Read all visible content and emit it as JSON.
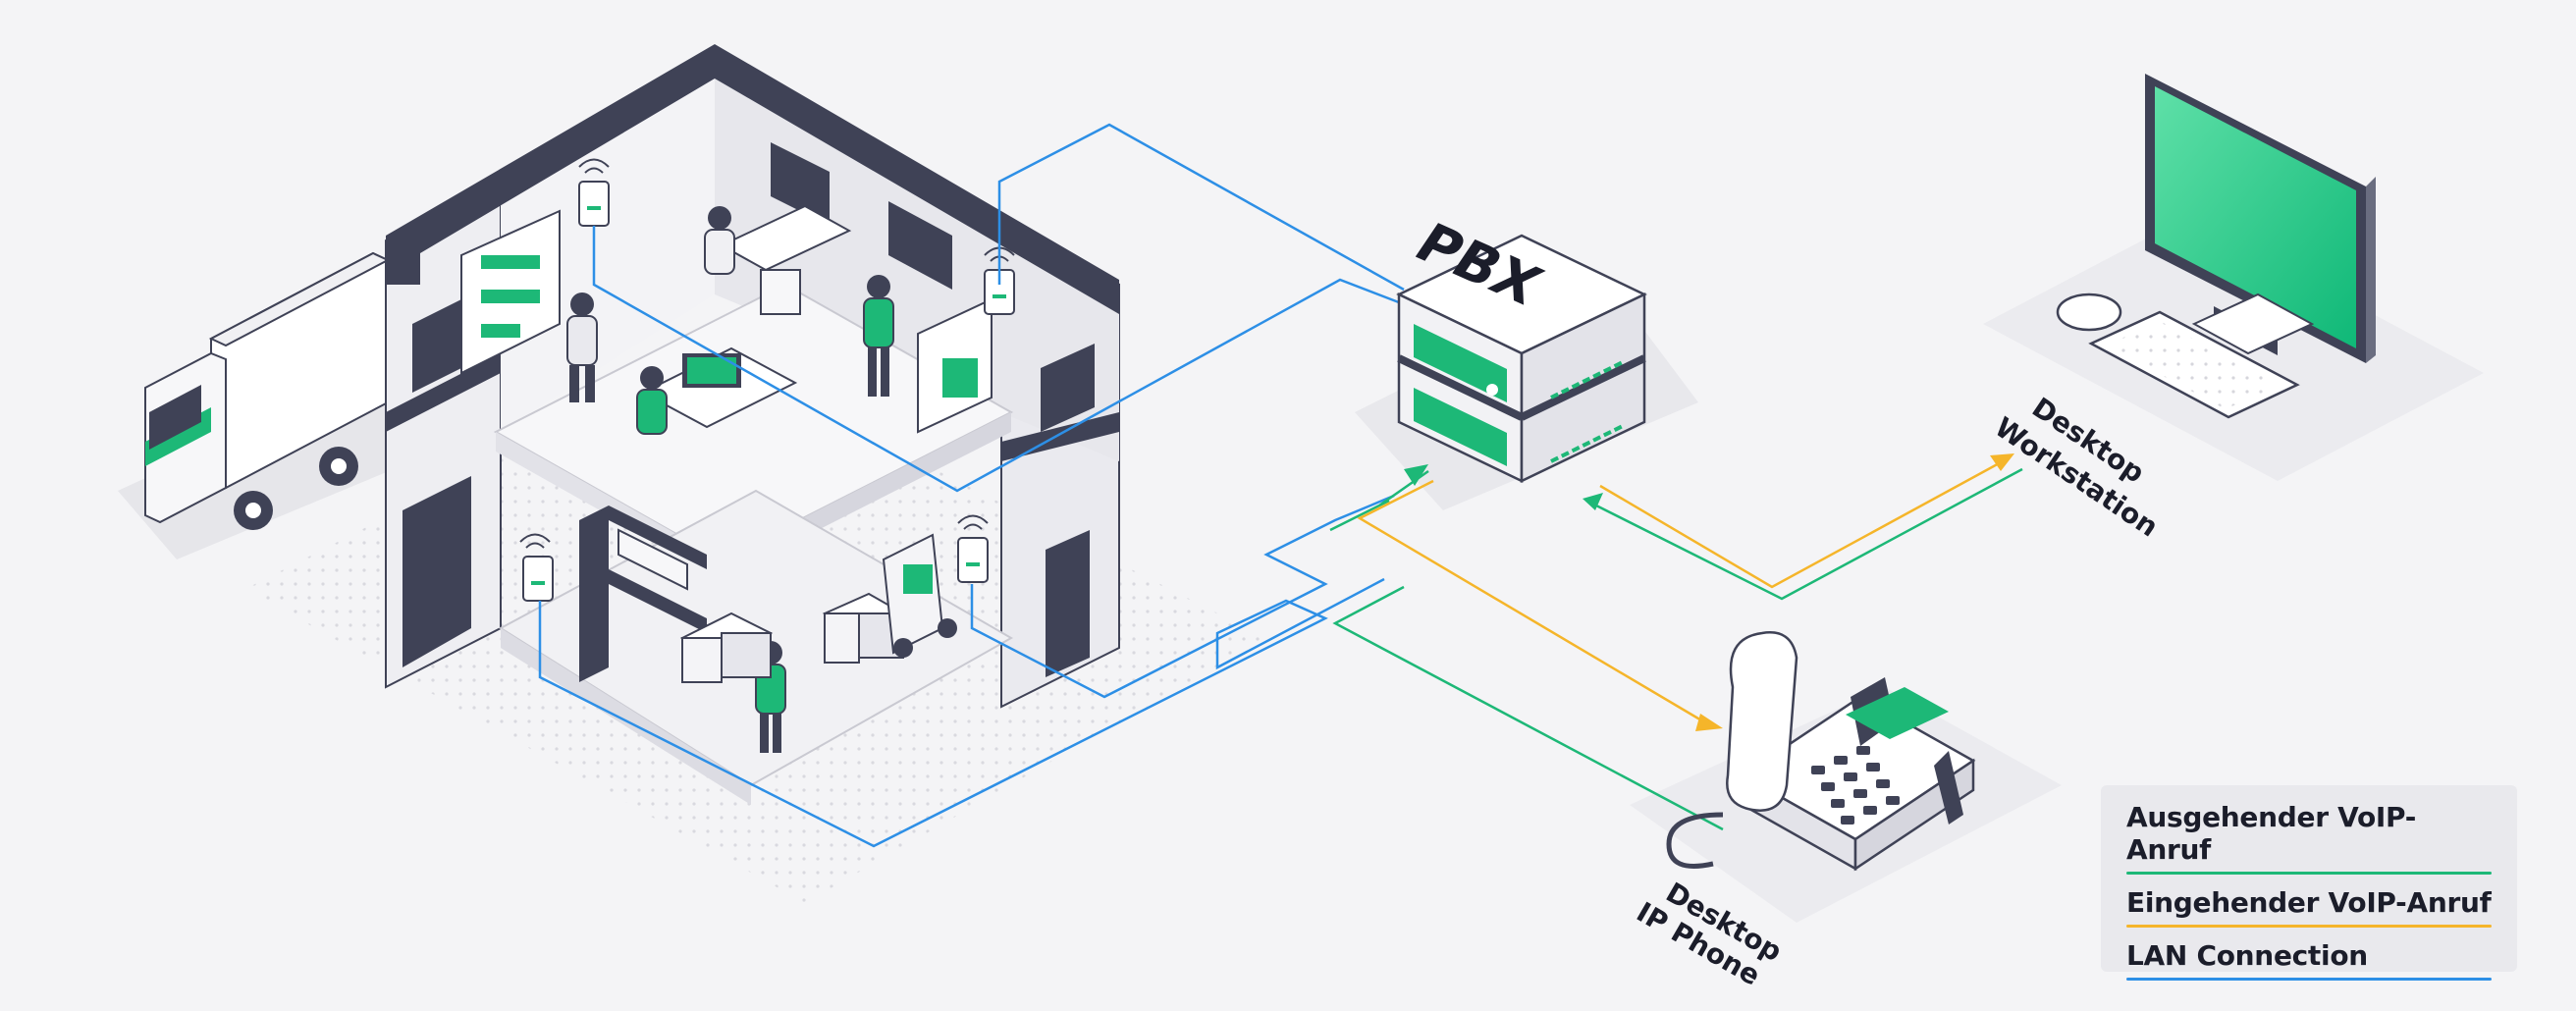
{
  "pbx": {
    "label": "PBX"
  },
  "devices": {
    "workstation": {
      "line1": "Desktop",
      "line2": "Workstation"
    },
    "phone": {
      "line1": "Desktop",
      "line2": "IP Phone"
    }
  },
  "legend": {
    "items": [
      {
        "label": "Ausgehender VoIP-Anruf",
        "color": "#1db877"
      },
      {
        "label": "Eingehender VoIP-Anruf",
        "color": "#f5b52a"
      },
      {
        "label": "LAN Connection",
        "color": "#2d8fe6"
      }
    ]
  },
  "colors": {
    "accent_green": "#1db877",
    "accent_yellow": "#f5b52a",
    "lan_blue": "#2d8fe6",
    "dark": "#3f4256"
  }
}
